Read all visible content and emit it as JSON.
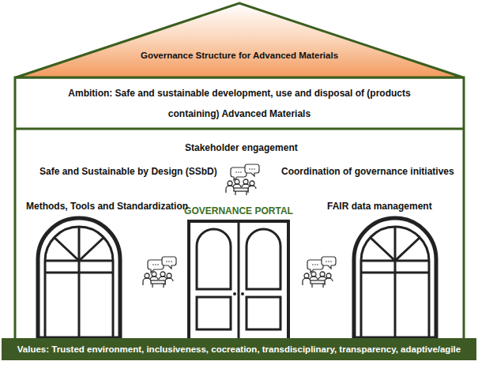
{
  "diagram": {
    "nodes": [
      {
        "text": [
          "Governance Structure for Advanced Materials"
        ]
      },
      {
        "text": [
          "Ambition: Safe and sustainable development, use and disposal of (products containing) Advanced Materials"
        ]
      },
      {
        "text": [
          "GOVERNANCE PORTAL"
        ]
      },
      {
        "text": [
          "Values: Trusted environment, inclusiveness, cocreation, transdisciplinary, transparency, adaptive/agile"
        ]
      }
    ],
    "labels": [
      "Stakeholder engagement",
      "Safe and Sustainable by Design (SSbD)",
      "Coordination of governance initiatives",
      "Methods, Tools and Standardization",
      "FAIR data management"
    ]
  }
}
